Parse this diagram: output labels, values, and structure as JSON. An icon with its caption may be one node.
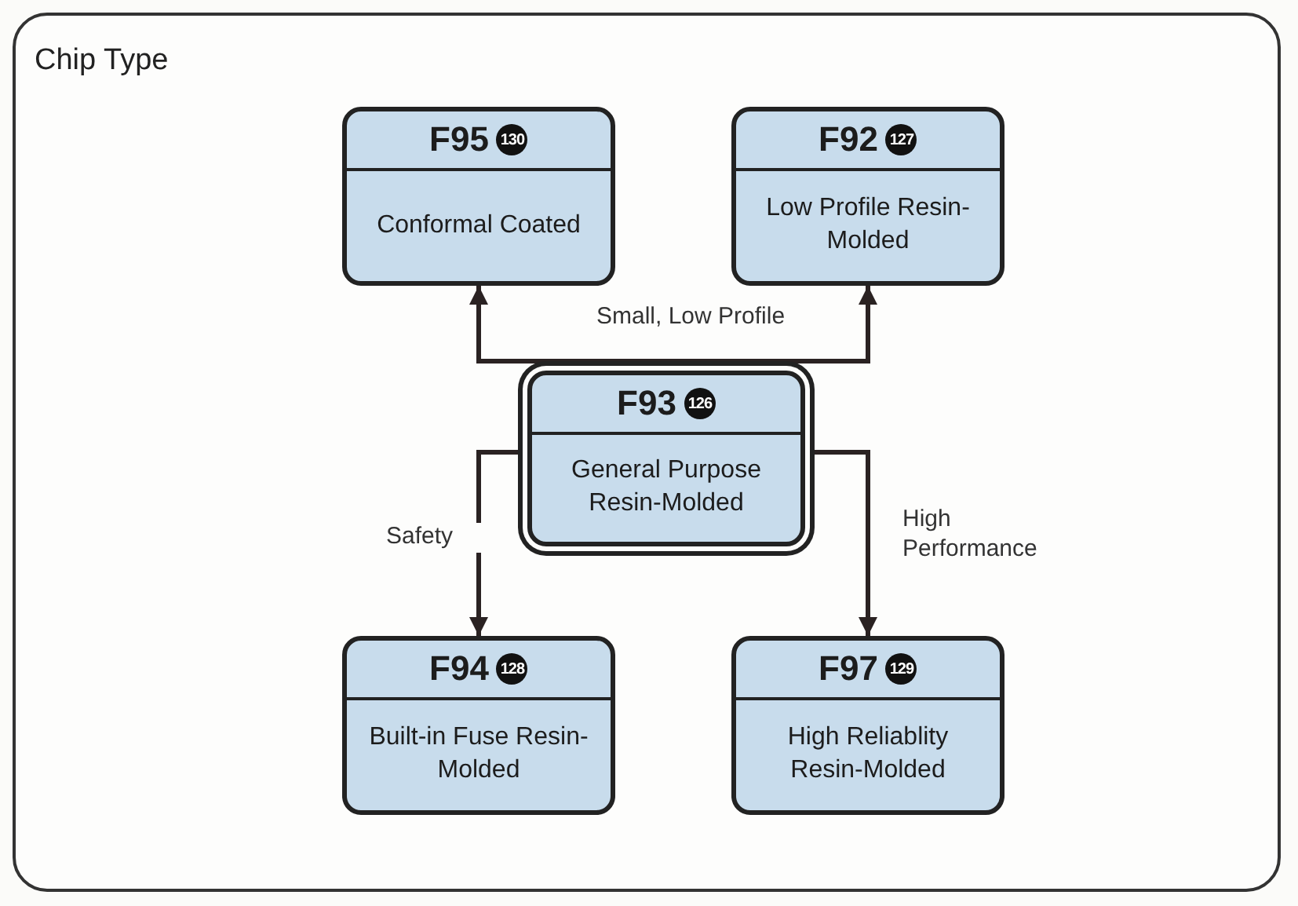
{
  "diagram": {
    "nodes": [
      {
        "text": [
          "Chip Type"
        ]
      },
      {
        "text": [
          "F95",
          "130",
          "Conformal Coated"
        ],
        "in": 0
      },
      {
        "text": [
          "F92",
          "127",
          "Low Profile Resin-Molded"
        ],
        "in": 0
      },
      {
        "text": [
          "F93",
          "126",
          "General Purpose Resin-Molded"
        ],
        "in": 0
      },
      {
        "text": [
          "F94",
          "128",
          "Built-in Fuse Resin-Molded"
        ],
        "in": 0
      },
      {
        "text": [
          "F97",
          "129",
          "High Reliablity Resin-Molded"
        ],
        "in": 0
      }
    ],
    "edges": [
      {
        "from": 3,
        "to": 1,
        "arrow": "to",
        "label": "Small, Low Profile"
      },
      {
        "from": 3,
        "to": 2,
        "arrow": "to"
      },
      {
        "from": 3,
        "to": 4,
        "arrow": "to",
        "label": "Safety"
      },
      {
        "from": 3,
        "to": 5,
        "arrow": "to",
        "label": "High Performance"
      }
    ]
  }
}
